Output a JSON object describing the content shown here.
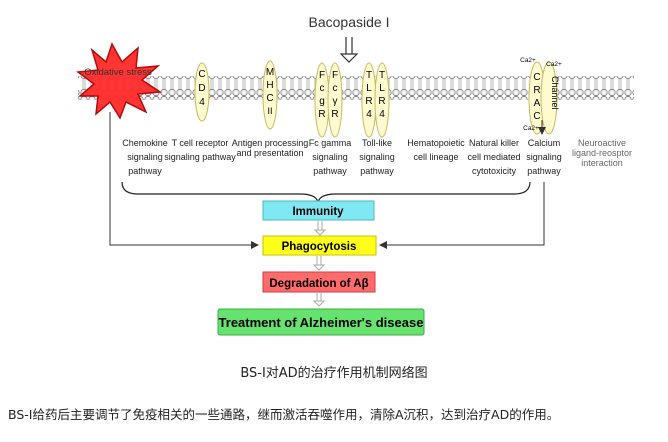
{
  "diagram": {
    "compound": "Bacopaside I",
    "stress": "Oxidative stress",
    "receptors": [
      {
        "id": "cd4",
        "letters": [
          "C",
          "D",
          "4"
        ]
      },
      {
        "id": "mhcii",
        "letters": [
          "M",
          "H",
          "C",
          "II"
        ]
      },
      {
        "id": "fcgr-a",
        "letters": [
          "F",
          "c",
          "g",
          "R"
        ]
      },
      {
        "id": "fcgr-b",
        "letters": [
          "F",
          "c",
          "γ",
          "R"
        ]
      },
      {
        "id": "tlr4-a",
        "letters": [
          "T",
          "L",
          "R",
          "4"
        ]
      },
      {
        "id": "tlr4-b",
        "letters": [
          "T",
          "L",
          "R",
          "4"
        ]
      }
    ],
    "crac": {
      "letters": [
        "C",
        "R",
        "A",
        "C"
      ],
      "channel": "Channel",
      "ion_top": "Ca2+",
      "ion_top2": "Ca2+",
      "ion_bottom": "Ca2+"
    },
    "pathways": [
      {
        "id": "chemokine",
        "lines": [
          "Chemokine",
          "signaling",
          "pathway"
        ]
      },
      {
        "id": "tcell",
        "lines": [
          "T cell receptor",
          "signaling pathway"
        ]
      },
      {
        "id": "antigen",
        "lines": [
          "Antigen processing",
          "and presentation"
        ]
      },
      {
        "id": "fcgamma",
        "lines": [
          "Fc gamma",
          "signaling",
          "pathway"
        ]
      },
      {
        "id": "tolllike",
        "lines": [
          "Toll-like",
          "signaling",
          "pathway"
        ]
      },
      {
        "id": "hemato",
        "lines": [
          "Hematopoietic",
          "cell lineage"
        ]
      },
      {
        "id": "nk",
        "lines": [
          "Natural killer",
          "cell mediated",
          "cytotoxicity"
        ]
      },
      {
        "id": "calcium",
        "lines": [
          "Calcium",
          "signaling",
          "pathway"
        ]
      },
      {
        "id": "neuroactive",
        "lines": [
          "Neuroactive",
          "ligand-reosptor",
          "interaction"
        ]
      }
    ],
    "boxes": [
      {
        "id": "immunity",
        "label": "Immunity",
        "color": "#7fe8f2"
      },
      {
        "id": "phagocytosis",
        "label": "Phagocytosis",
        "color": "#ffff1a"
      },
      {
        "id": "degradation",
        "label": "Degradation of Aβ",
        "color": "#ff6b6b"
      },
      {
        "id": "treatment",
        "label": "Treatment of Alzheimer's disease",
        "color": "#66e36f"
      }
    ]
  },
  "caption": {
    "title": "BS-I对AD的治疗作用机制网络图",
    "text": "BS-I给药后主要调节了免疫相关的一些通路，继而激活吞噬作用，清除A沉积，达到治疗AD的作用。"
  }
}
